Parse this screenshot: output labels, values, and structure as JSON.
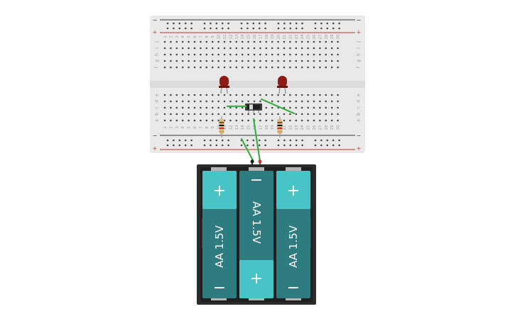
{
  "breadboard": {
    "columns": 30,
    "column_numbers": [
      "1",
      "2",
      "3",
      "4",
      "5",
      "6",
      "7",
      "8",
      "9",
      "10",
      "11",
      "12",
      "13",
      "14",
      "15",
      "16",
      "17",
      "18",
      "19",
      "20",
      "21",
      "22",
      "23",
      "24",
      "25",
      "26",
      "27",
      "28",
      "29",
      "30"
    ],
    "top_rows": [
      "j",
      "i",
      "h",
      "g",
      "f"
    ],
    "bottom_rows": [
      "e",
      "d",
      "c",
      "b",
      "a"
    ],
    "rail_minus": "−",
    "rail_plus": "+",
    "colors": {
      "body": "#e9e9e9",
      "rail_neg_line": "#333333",
      "rail_pos_line": "#c0392b",
      "hole": "#4a4a4a",
      "label": "#9a9a9a"
    }
  },
  "components": {
    "leds": [
      {
        "name": "led-left",
        "color": "#8e1a13"
      },
      {
        "name": "led-right",
        "color": "#8e1a13"
      }
    ],
    "resistors": [
      {
        "name": "resistor-left"
      },
      {
        "name": "resistor-right"
      }
    ],
    "switch": {
      "name": "slide-switch"
    },
    "wire_color": "#3cb044"
  },
  "battery_pack": {
    "case_color": "#2b2b2b",
    "cell_color": "#2e7b80",
    "cap_color": "#49c4c6",
    "cells": [
      {
        "label": "AA 1.5V",
        "top_sign": "+",
        "bottom_sign": "−"
      },
      {
        "label": "AA 1.5V",
        "top_sign": "−",
        "bottom_sign": "+"
      },
      {
        "label": "AA 1.5V",
        "top_sign": "+",
        "bottom_sign": "−"
      }
    ]
  }
}
